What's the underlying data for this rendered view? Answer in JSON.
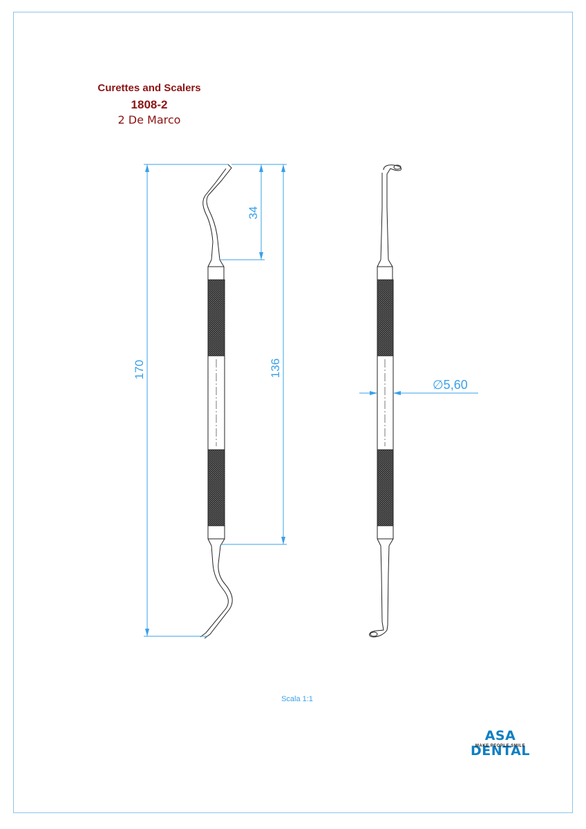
{
  "header": {
    "category": "Curettes and Scalers",
    "code": "1808-2",
    "model": "2 De Marco"
  },
  "dimensions": {
    "overall_length": "170",
    "handle_length": "136",
    "tip_length": "34",
    "diameter": "∅5,60"
  },
  "footer": {
    "scale": "Scala 1:1",
    "brand": "ASA DENTAL",
    "tagline": "MAKE PEOPLE SMILE"
  },
  "colors": {
    "title": "#8b1414",
    "dimension_lines": "#3aa0e8",
    "frame": "#8fc3e6",
    "brand": "#0e7fc2"
  }
}
